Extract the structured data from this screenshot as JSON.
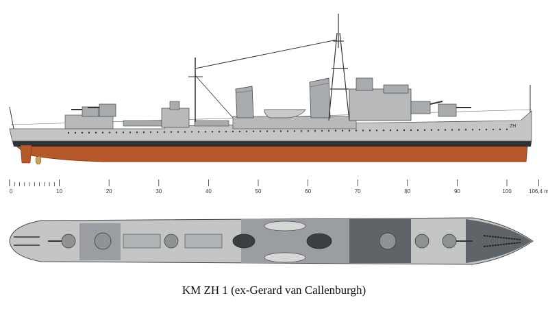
{
  "scale": {
    "ticks": [
      "0",
      "10",
      "20",
      "30",
      "40",
      "50",
      "60",
      "70",
      "80",
      "90",
      "100",
      "106,4 m"
    ]
  },
  "caption": "KM ZH 1 (ex-Gerard van Callenburgh)",
  "colors": {
    "hull_gray": "#c4c6c6",
    "deck_dark": "#5f6468",
    "deck_light": "#9a9ea2",
    "boot_topping": "#2f3234",
    "antifouling": "#b4572b"
  }
}
